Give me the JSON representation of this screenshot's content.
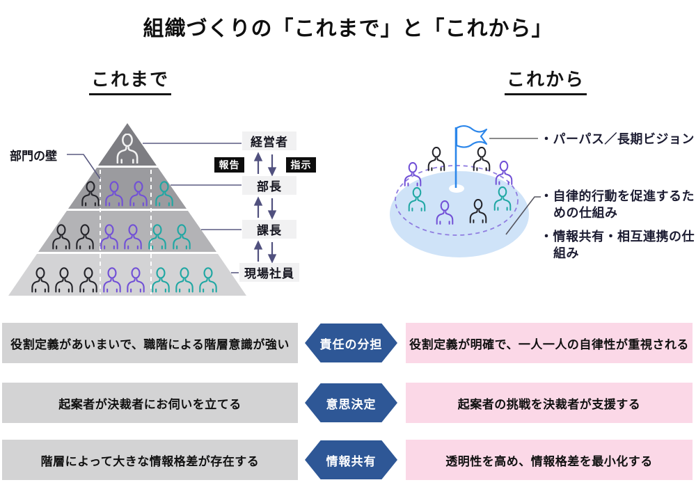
{
  "title": "組織づくりの「これまで」と「これから」",
  "left_section": {
    "heading": "これまで",
    "wall_label": "部門の壁",
    "levels": [
      {
        "label": "経営者"
      },
      {
        "label": "部長"
      },
      {
        "label": "課長"
      },
      {
        "label": "現場社員"
      }
    ],
    "tags": {
      "report": "報告",
      "instruction": "指示"
    },
    "pyramid": {
      "tiers": [
        {
          "members": [
            "white"
          ]
        },
        {
          "members": [
            "dark",
            "purple",
            "purple",
            "teal"
          ]
        },
        {
          "members": [
            "dark",
            "dark",
            "purple",
            "purple",
            "teal",
            "teal"
          ]
        },
        {
          "members": [
            "dark",
            "dark",
            "dark",
            "purple",
            "purple",
            "teal",
            "teal",
            "teal"
          ]
        }
      ]
    }
  },
  "right_section": {
    "heading": "これから",
    "bullets": [
      {
        "lines": [
          "・パーパス／長期ビジョン",
          ""
        ]
      },
      {
        "lines": [
          "・自律的行動を促進するた",
          "めの仕組み"
        ]
      },
      {
        "lines": [
          "・情報共有・相互連携の仕",
          "組み"
        ]
      }
    ],
    "circle_members": [
      "purple",
      "dark",
      "dark",
      "purple",
      "teal",
      "teal",
      "purple",
      "dark"
    ]
  },
  "comparison_rows": [
    {
      "left": "役割定義があいまいで、職階による階層意識が強い",
      "center": "責任の分担",
      "right": "役割定義が明確で、一人一人の自律性が重視される"
    },
    {
      "left": "起案者が決裁者にお伺いを立てる",
      "center": "意思決定",
      "right": "起案者の挑戦を決裁者が支援する"
    },
    {
      "left": "階層によって大きな情報格差が存在する",
      "center": "情報共有",
      "right": "透明性を高め、情報格差を最小化する"
    }
  ],
  "palette": {
    "dark": "#24242a",
    "purple": "#7150d6",
    "teal": "#1fa7a3",
    "white": "#f2f2f2",
    "tier_colors": [
      "#7d7d82",
      "#9b9b9f",
      "#b3b3b6",
      "#d3d3d5"
    ],
    "hexagon_blue": "#2e5796",
    "pink_box": "#fbd8e7",
    "gray_box": "#d3d3d4",
    "flag_blue": "#2b86ea",
    "circle_fill": "#cfe3f8",
    "dashed_purple": "#8f7ce0",
    "arrow": "#50507e",
    "connector": "#5a5a80"
  }
}
